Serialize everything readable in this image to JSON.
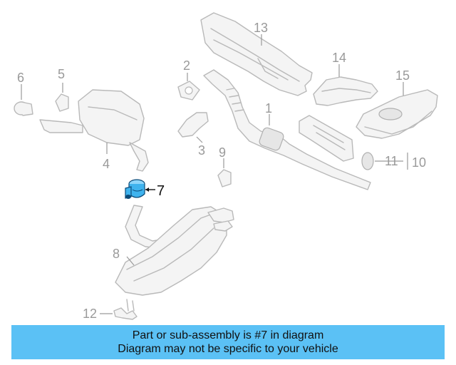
{
  "diagram": {
    "callouts": [
      "1",
      "2",
      "3",
      "4",
      "5",
      "6",
      "7",
      "8",
      "9",
      "10",
      "11",
      "12",
      "13",
      "14",
      "15"
    ],
    "highlighted_part": "7",
    "highlight_color": "#3fb3ee"
  },
  "banner": {
    "line1": "Part or sub-assembly is #7 in diagram",
    "line2": "Diagram may not be specific to your vehicle",
    "background": "#5bc1f5"
  }
}
